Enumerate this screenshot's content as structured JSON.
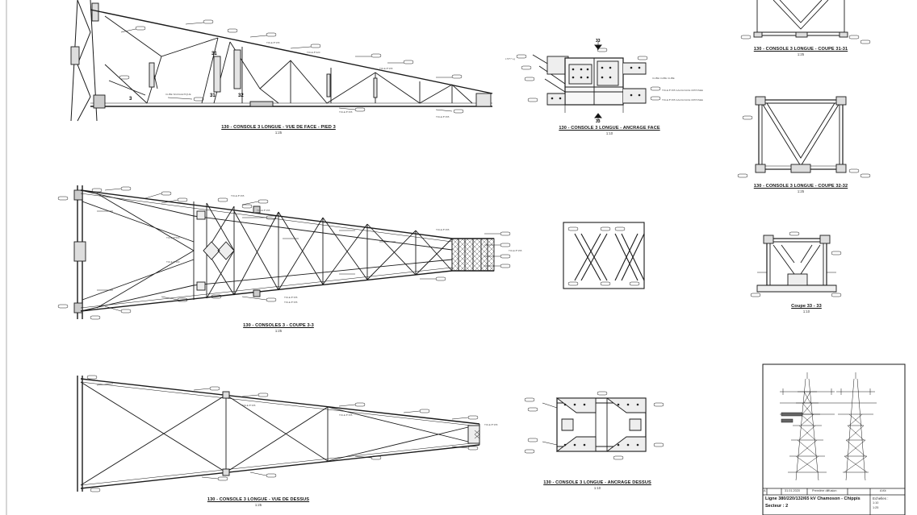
{
  "views": {
    "face_pied": {
      "title": "130 - CONSOLE 3 LONGUE - VUE DE FACE - PIED 3",
      "scale": "1:25"
    },
    "ancrage_face": {
      "title": "130 - CONSOLE 3 LONGUE - ANCRAGE FACE",
      "scale": "1:10"
    },
    "coupe_31": {
      "title": "130 - CONSOLE 3 LONGUE - COUPE 31-31",
      "scale": "1:25"
    },
    "coupe_32": {
      "title": "130 - CONSOLE 3 LONGUE - COUPE 32-32",
      "scale": "1:25"
    },
    "coupe_3_3": {
      "title": "130 - CONSOLES 3 - COUPE 3-3",
      "scale": "1:25"
    },
    "coupe_33": {
      "title": "Coupe 33 - 33",
      "scale": "1:10"
    },
    "vue_dessus": {
      "title": "130 - CONSOLE 3 LONGUE - VUE DE DESSUS",
      "scale": "1:25"
    },
    "ancrage_dessus": {
      "title": "130 - CONSOLE 3 LONGUE - ANCRAGE DESSUS",
      "scale": "1:10"
    }
  },
  "markers": {
    "m31": "31",
    "m32": "32",
    "m33": "33",
    "m3": "3"
  },
  "title_block": {
    "revision": "A",
    "date": "31.01.2020",
    "description": "Première diffusion",
    "index": "A fût",
    "line": "Ligne 380/220/132/65 kV Chamoson - Chippis",
    "sector": "Secteur : 2",
    "scales_label": "Echelles :",
    "scale_1": "1:10",
    "scale_2": "1:25"
  },
  "colors": {
    "ink": "#1a1a1a",
    "paper": "#ffffff",
    "border": "#777777"
  }
}
